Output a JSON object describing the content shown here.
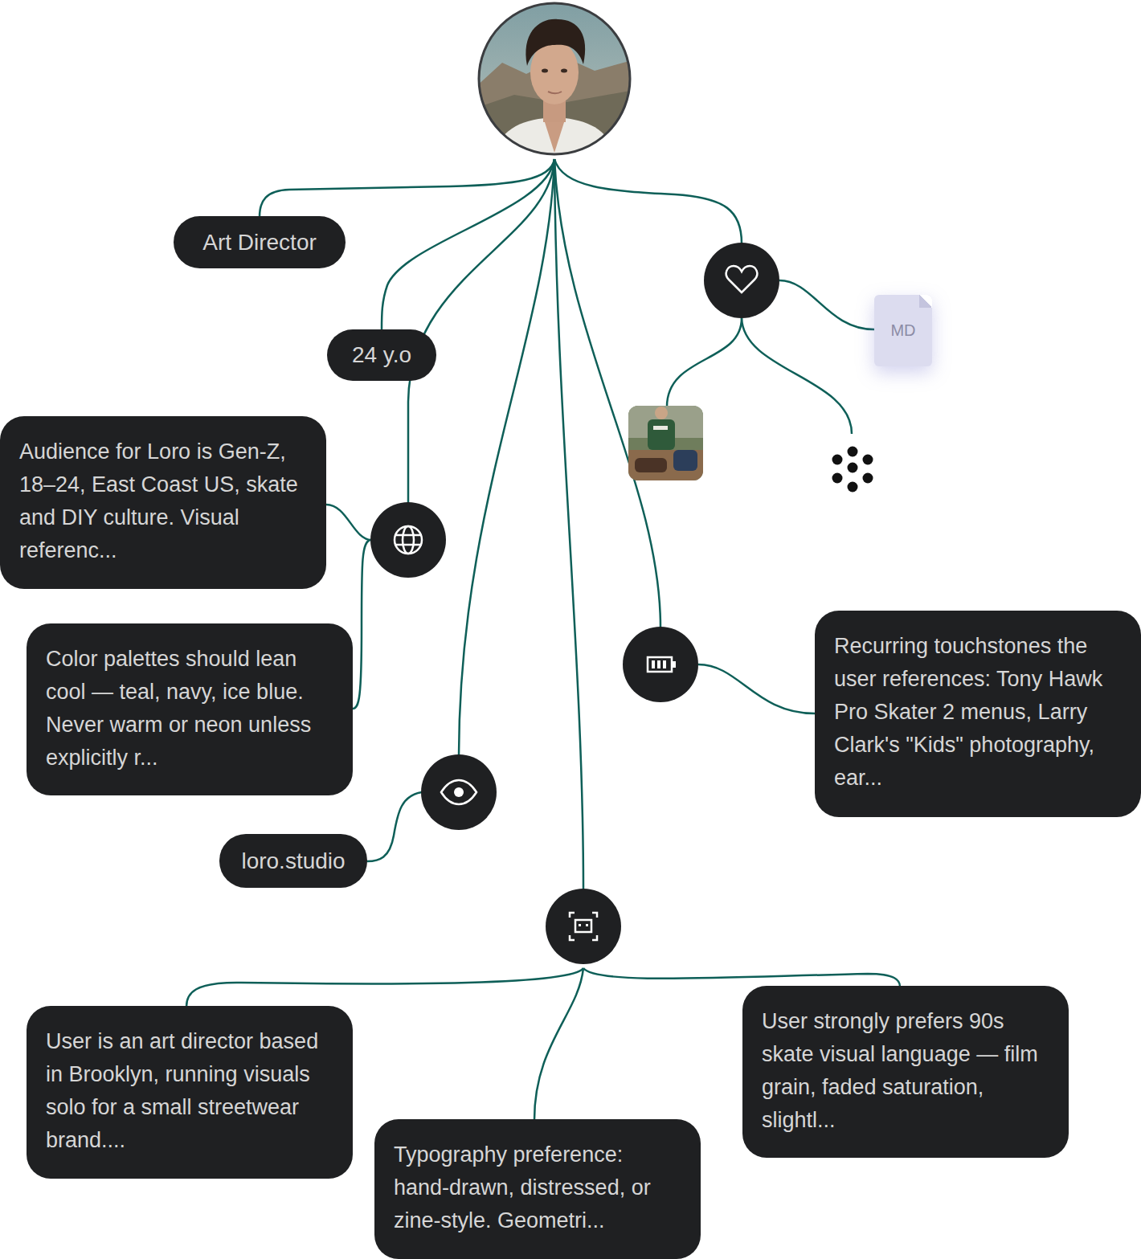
{
  "diagram": {
    "nodes": [
      {
        "text": [
          "Art Director"
        ]
      },
      {
        "text": [
          "24 y.o"
        ]
      },
      {
        "text": [
          "MD"
        ]
      },
      {
        "text": [
          "Audience for Loro is Gen-Z, 18–24, East Coast US, skate and DIY culture. Visual referenc..."
        ]
      },
      {
        "text": [
          "Color palettes should lean cool — teal, navy, ice blue. Never warm or neon unless explicitly r..."
        ]
      },
      {
        "text": [
          "Recurring touchstones the user references: Tony Hawk Pro Skater 2 menus, Larry Clark's \"Kids\" photography, ear..."
        ]
      },
      {
        "text": [
          "loro.studio"
        ]
      },
      {
        "text": [
          "User is an art director based in Brooklyn, running visuals solo for a small streetwear brand...."
        ]
      },
      {
        "text": [
          "Typography preference: hand-drawn, distressed, or zine-style. Geometri..."
        ]
      },
      {
        "text": [
          "User strongly prefers 90s skate visual language — film grain, faded saturation, slightl..."
        ]
      }
    ]
  }
}
